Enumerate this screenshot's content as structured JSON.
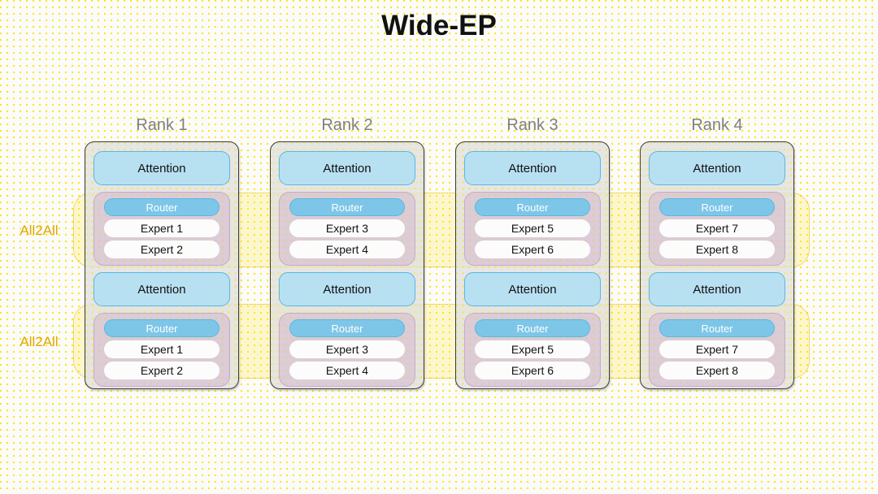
{
  "title": "Wide-EP",
  "colors": {
    "background": "#fbfbf9",
    "dot_pattern": "#ffe600",
    "title_text": "#111111",
    "rank_label": "#808080",
    "rank_card_fill": "#e0e0e0",
    "rank_card_border": "#3a3a3a",
    "attention_fill": "#b2dff5",
    "attention_border": "#56b8e4",
    "router_fill": "#7ec6e8",
    "router_text": "#ffffff",
    "expert_fill": "#ffffff",
    "moe_fill": "#ceb2d2",
    "moe_border": "#c9a8d0",
    "all2all_border": "#e8b800",
    "all2all_fill": "#ffe850",
    "all2all_label": "#e0a800"
  },
  "all2all_bands": [
    {
      "label": "All2All"
    },
    {
      "label": "All2All"
    }
  ],
  "ranks": [
    {
      "label": "Rank 1",
      "layers": [
        {
          "attention": "Attention",
          "router": "Router",
          "experts": [
            "Expert 1",
            "Expert 2"
          ]
        },
        {
          "attention": "Attention",
          "router": "Router",
          "experts": [
            "Expert 1",
            "Expert 2"
          ]
        }
      ]
    },
    {
      "label": "Rank 2",
      "layers": [
        {
          "attention": "Attention",
          "router": "Router",
          "experts": [
            "Expert 3",
            "Expert 4"
          ]
        },
        {
          "attention": "Attention",
          "router": "Router",
          "experts": [
            "Expert 3",
            "Expert 4"
          ]
        }
      ]
    },
    {
      "label": "Rank 3",
      "layers": [
        {
          "attention": "Attention",
          "router": "Router",
          "experts": [
            "Expert 5",
            "Expert 6"
          ]
        },
        {
          "attention": "Attention",
          "router": "Router",
          "experts": [
            "Expert 5",
            "Expert 6"
          ]
        }
      ]
    },
    {
      "label": "Rank 4",
      "layers": [
        {
          "attention": "Attention",
          "router": "Router",
          "experts": [
            "Expert 7",
            "Expert 8"
          ]
        },
        {
          "attention": "Attention",
          "router": "Router",
          "experts": [
            "Expert 7",
            "Expert 8"
          ]
        }
      ]
    }
  ]
}
